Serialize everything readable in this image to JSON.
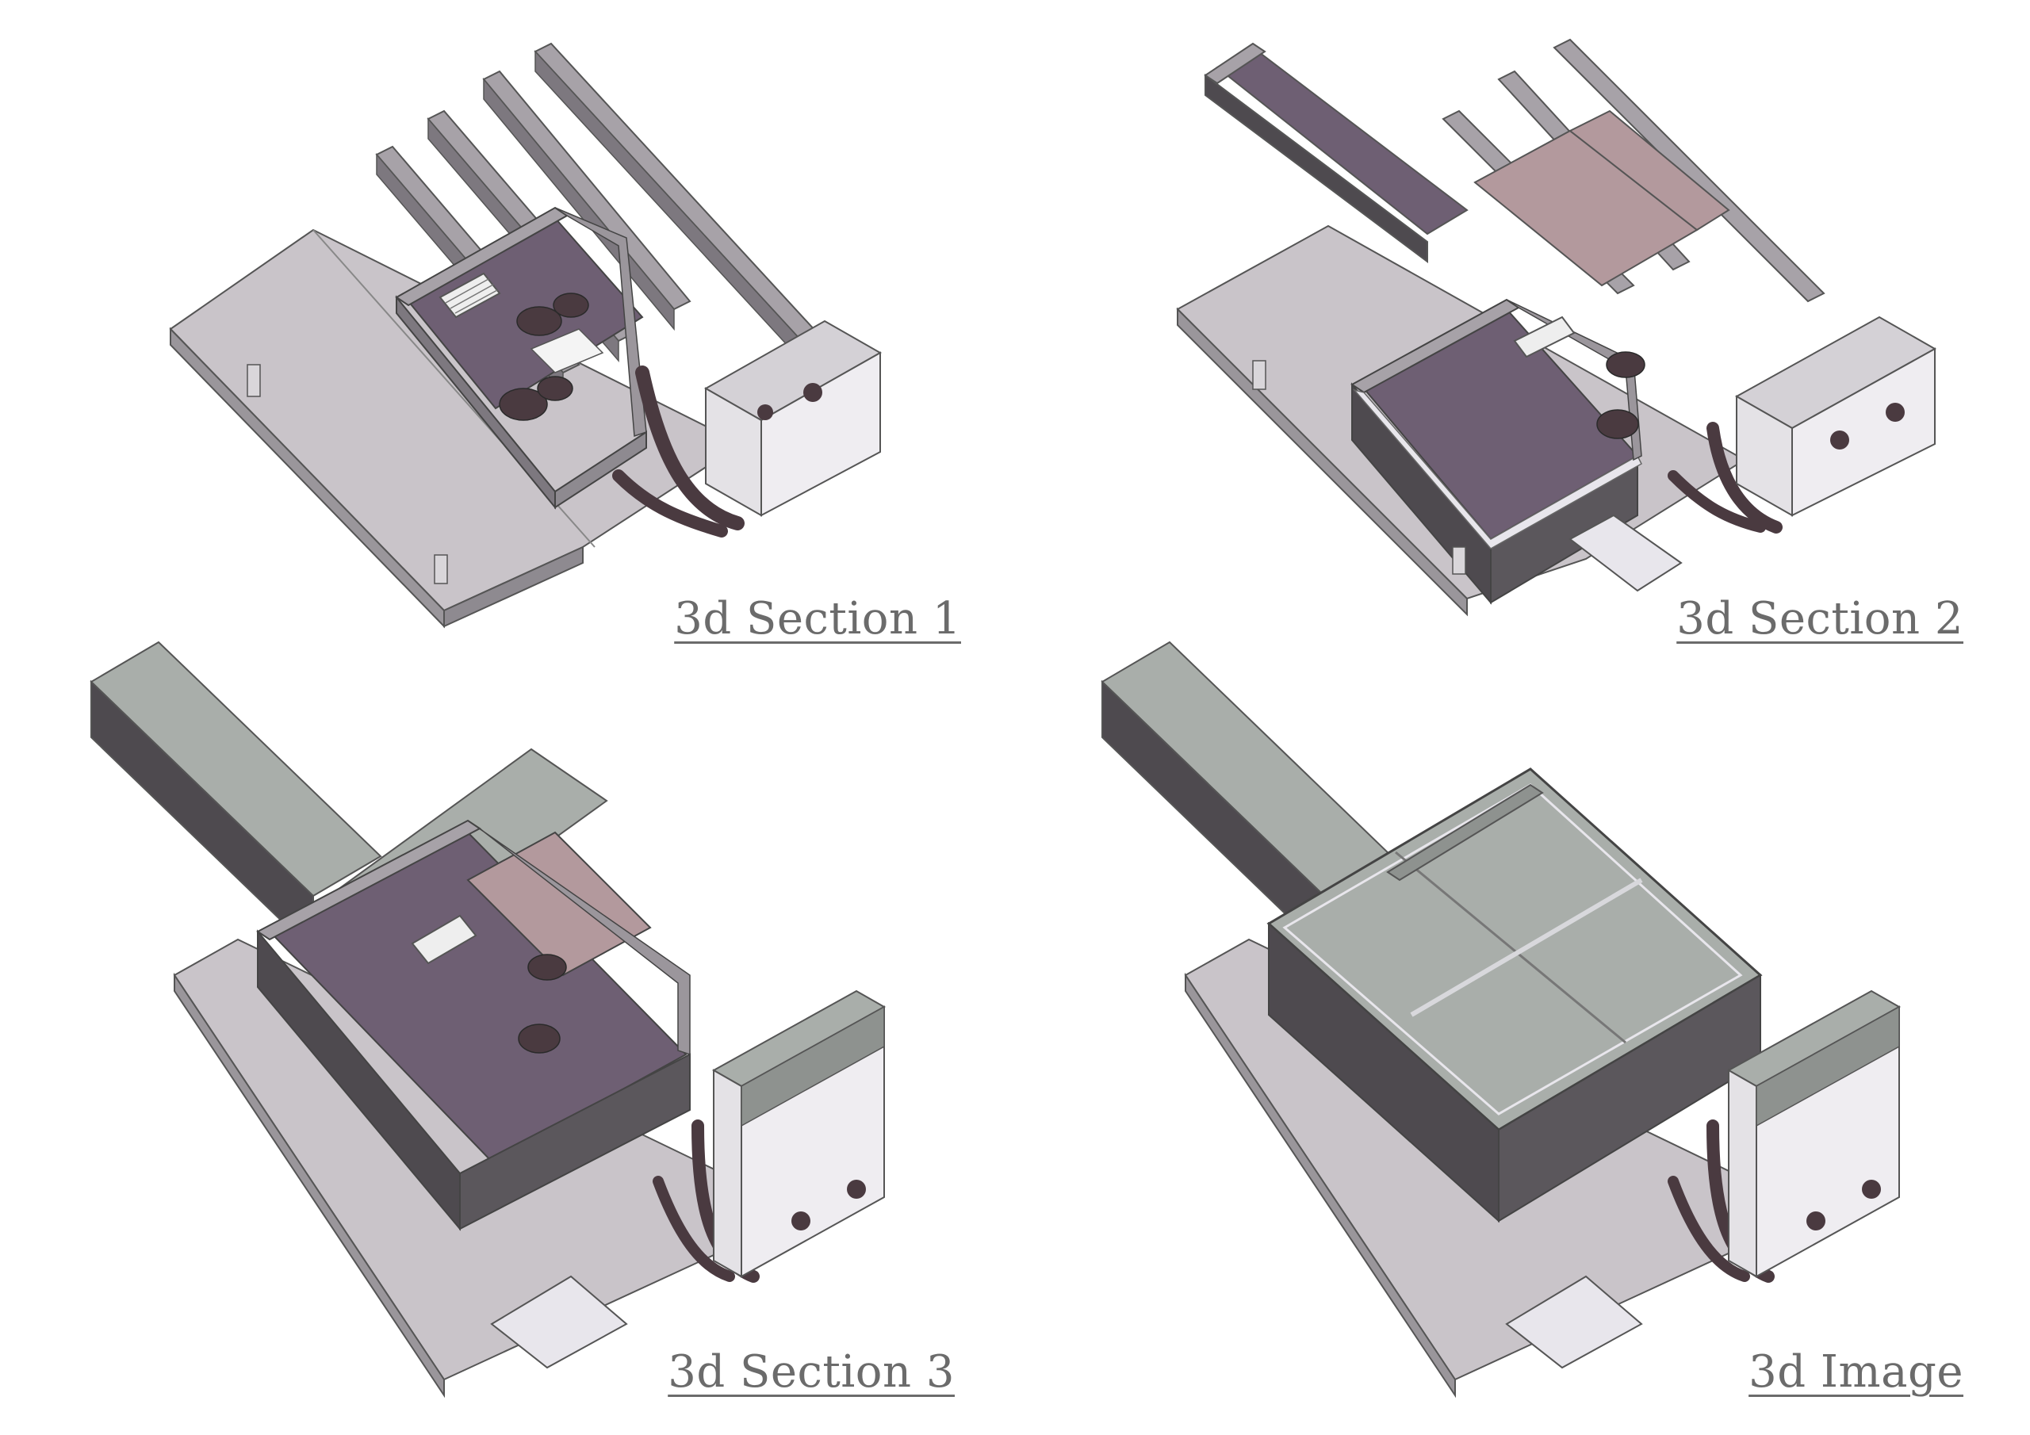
{
  "panels": [
    {
      "caption": "3d Section 1"
    },
    {
      "caption": "3d Section 2"
    },
    {
      "caption": "3d Section 3"
    },
    {
      "caption": "3d Image"
    }
  ],
  "colors": {
    "slab_top": "#c9c4c9",
    "slab_side": "#9a969b",
    "wall_top": "#a7a2a8",
    "wall_face": "#7d787f",
    "floor_purple": "#6e5f73",
    "floor_pink": "#b3999d",
    "roof_green": "#a9aeaa",
    "brick": "#4e4a4f",
    "stucco": "#e4e2e6",
    "pipe": "#4a3a40",
    "ramp": "#e8e6ec"
  }
}
